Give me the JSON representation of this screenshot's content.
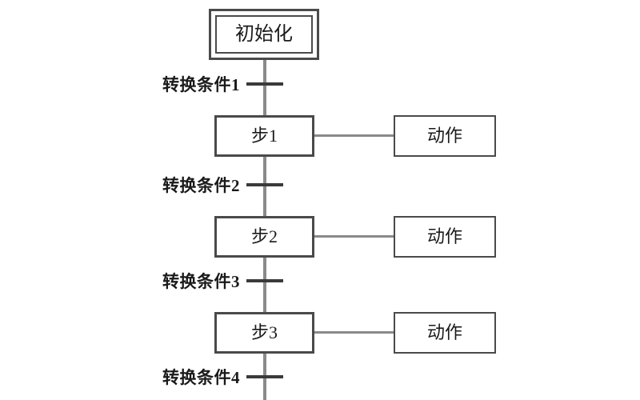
{
  "diagram": {
    "type": "sequential-function-chart",
    "title_text": "",
    "background_color": "#ffffff",
    "line_color": "#8a8a8a",
    "tick_color": "#3a3a3a",
    "border_color": "#4a4a4a",
    "text_color": "#1a1a1a",
    "initial_step": {
      "label": "初始化",
      "style": "double-border"
    },
    "transitions": [
      {
        "label": "转换条件1"
      },
      {
        "label": "转换条件2"
      },
      {
        "label": "转换条件3"
      },
      {
        "label": "转换条件4"
      }
    ],
    "steps": [
      {
        "label": "步1",
        "action": "动作"
      },
      {
        "label": "步2",
        "action": "动作"
      },
      {
        "label": "步3",
        "action": "动作"
      }
    ]
  }
}
